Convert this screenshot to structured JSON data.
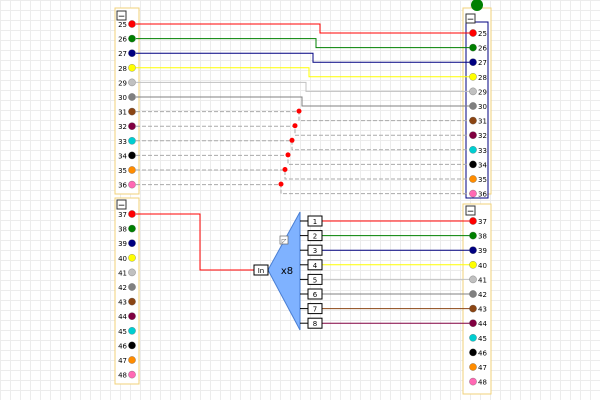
{
  "colors": {
    "red": "#ff0000",
    "green": "#008000",
    "navy": "#000080",
    "yellow": "#ffff00",
    "silver": "#c0c0c0",
    "gray": "#808080",
    "brown": "#8b4513",
    "maroon": "#800040",
    "cyan": "#00ced1",
    "black": "#000000",
    "orange": "#ff8c00",
    "pink": "#ff69b4"
  },
  "left_group_1": {
    "collapse_label": "−",
    "pins": [
      "25",
      "26",
      "27",
      "28",
      "29",
      "30",
      "31",
      "32",
      "33",
      "34",
      "35",
      "36"
    ]
  },
  "left_group_2": {
    "collapse_label": "−",
    "pins": [
      "37",
      "38",
      "39",
      "40",
      "41",
      "42",
      "43",
      "44",
      "45",
      "46",
      "47",
      "48"
    ]
  },
  "right_group_1": {
    "collapse_label": "−",
    "pins": [
      "25",
      "26",
      "27",
      "28",
      "29",
      "30",
      "31",
      "32",
      "33",
      "34",
      "35",
      "36"
    ]
  },
  "right_group_2": {
    "collapse_label": "−",
    "pins": [
      "37",
      "38",
      "39",
      "40",
      "41",
      "42",
      "43",
      "44",
      "45",
      "46",
      "47",
      "48"
    ]
  },
  "pin_colors": [
    "red",
    "green",
    "navy",
    "yellow",
    "silver",
    "gray",
    "brown",
    "maroon",
    "cyan",
    "black",
    "orange",
    "pink"
  ],
  "splitter": {
    "input_label": "In",
    "multiplier_label": "x8",
    "corner_label": "◸",
    "outputs": [
      "1",
      "2",
      "3",
      "4",
      "5",
      "6",
      "7",
      "8"
    ]
  }
}
